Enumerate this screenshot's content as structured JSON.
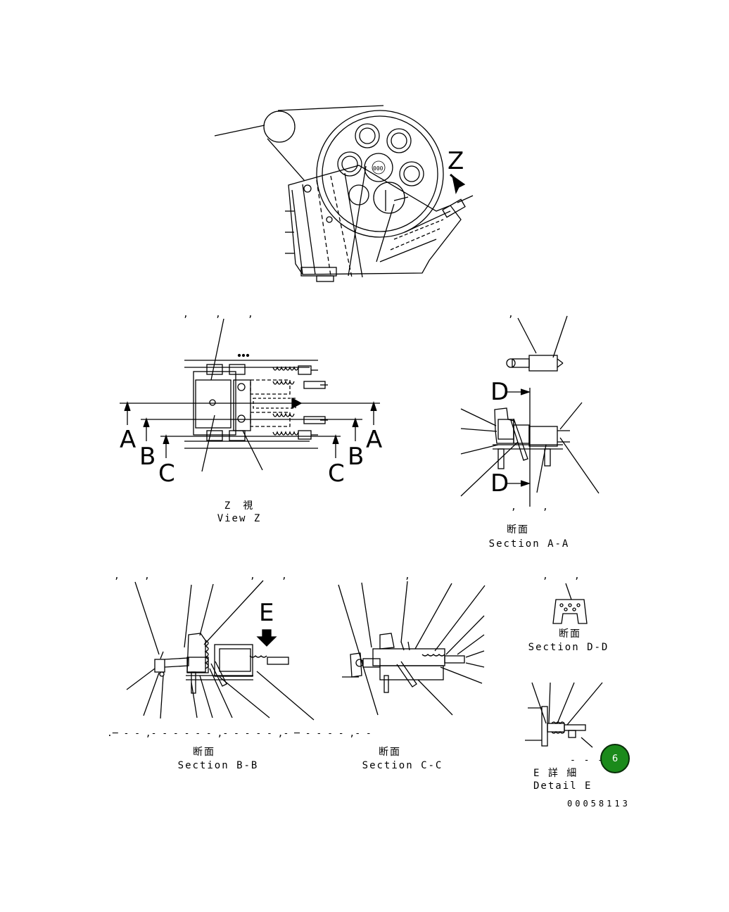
{
  "views": {
    "view_z": {
      "letter": "Z",
      "label_jp": "Z　視",
      "label_en": "View Z"
    },
    "section_aa": {
      "label_jp": "断面",
      "label_en": "Section A-A"
    },
    "section_bb": {
      "label_jp": "断面",
      "label_en": "Section B-B"
    },
    "section_cc": {
      "label_jp": "断面",
      "label_en": "Section C-C"
    },
    "section_dd": {
      "label_jp": "断面",
      "label_en": "Section D-D"
    },
    "detail_e": {
      "label_jp": "E 詳 細",
      "label_en": "Detail E"
    }
  },
  "section_marks": {
    "a": "A",
    "b": "B",
    "c": "C",
    "d": "D",
    "e": "E",
    "z": "Z"
  },
  "drawing_number": "00058113",
  "page_badge": "6",
  "badge_color": "#1b8a1b",
  "line_color": "#000000"
}
